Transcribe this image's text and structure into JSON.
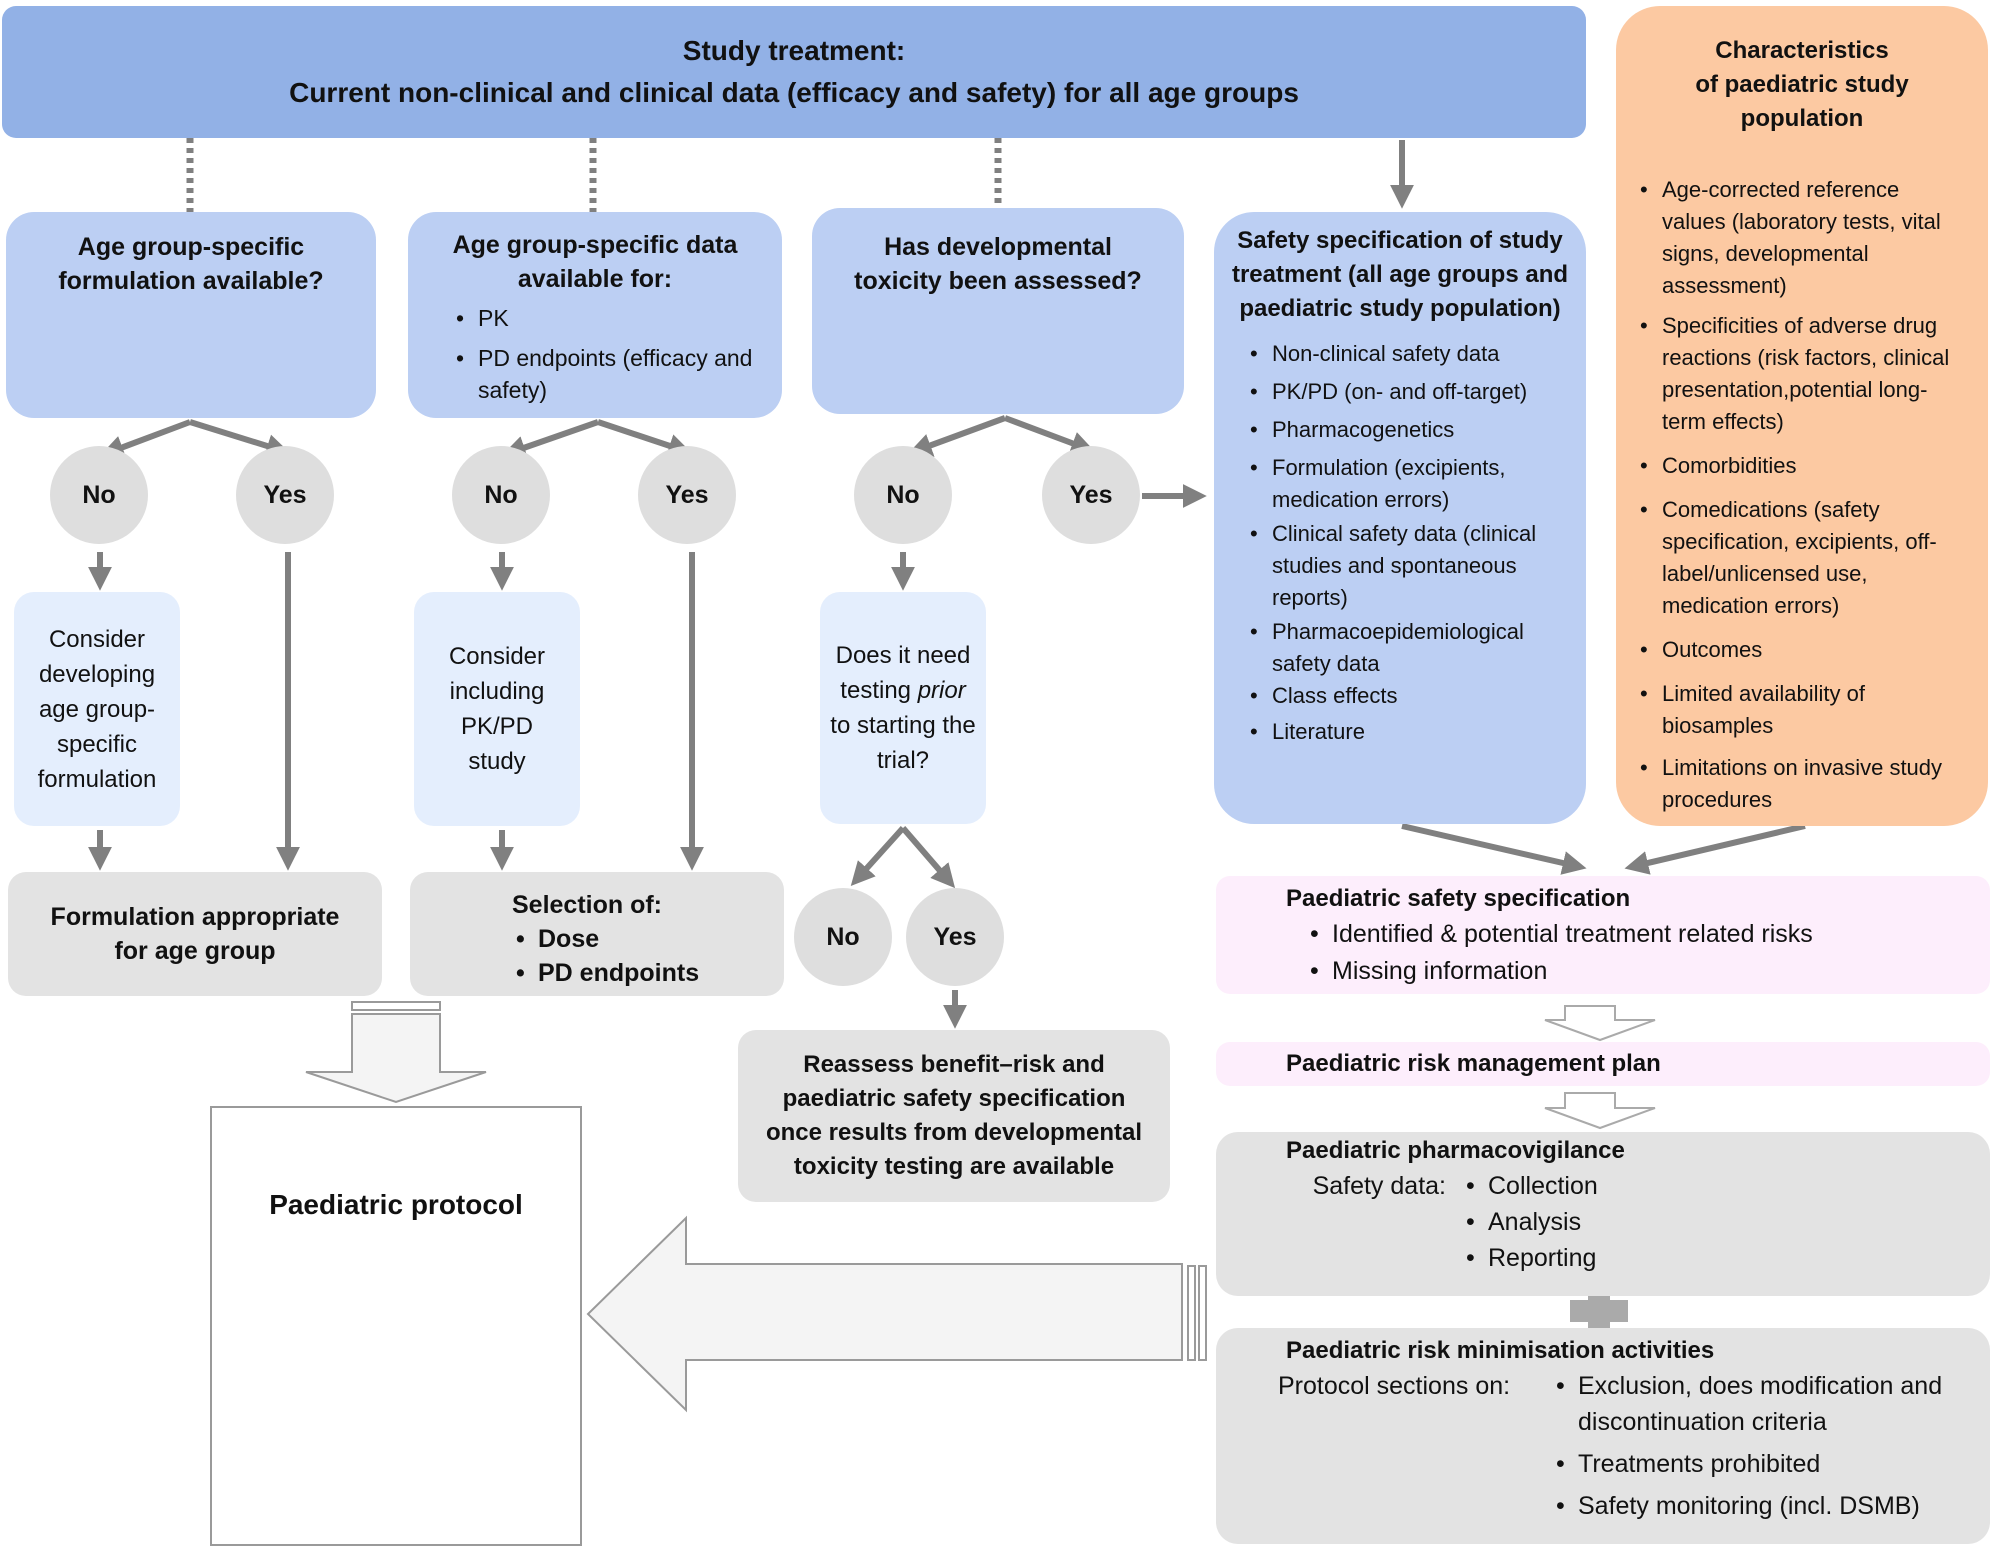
{
  "header": {
    "line1": "Study treatment:",
    "line2": "Current non-clinical and clinical data (efficacy and safety) for all age groups"
  },
  "characteristics": {
    "title_line1": "Characteristics",
    "title_line2": "of paediatric study population",
    "items": [
      "Age-corrected reference values (laboratory tests, vital signs, developmental assessment)",
      "Specificities of adverse drug reactions (risk factors, clinical presentation,potential long-term effects)",
      "Comorbidities",
      "Comedications (safety specification, excipients, off-label/unlicensed use, medication errors)",
      "Outcomes",
      "Limited availability of biosamples",
      "Limitations on invasive study procedures"
    ]
  },
  "col1": {
    "question": "Age group-specific formulation available?",
    "no": "No",
    "yes": "Yes",
    "consider": "Consider developing age group-specific formulation",
    "result": "Formulation appropriate for age group"
  },
  "col2": {
    "question": "Age group-specific data available for:",
    "items": [
      "PK",
      "PD endpoints (efficacy and safety)"
    ],
    "no": "No",
    "yes": "Yes",
    "consider": "Consider including PK/PD study",
    "result_title": "Selection of:",
    "result_items": [
      "Dose",
      "PD endpoints"
    ]
  },
  "col3": {
    "question": "Has developmental toxicity been assessed?",
    "no": "No",
    "yes": "Yes",
    "need_pre": "Does it need testing",
    "need_italic": "prior",
    "need_post": "to starting the trial?",
    "no2": "No",
    "yes2": "Yes",
    "reassess": "Reassess benefit–risk and paediatric safety specification once results from developmental toxicity testing are available"
  },
  "safety": {
    "title": "Safety specification of study treatment (all age groups and paediatric study population)",
    "items": [
      "Non-clinical safety data",
      "PK/PD (on- and off-target)",
      "Pharmacogenetics",
      "Formulation (excipients, medication errors)",
      "Clinical safety data (clinical studies and spontaneous reports)",
      "Pharmacoepidemiological safety data",
      "Class effects",
      "Literature"
    ]
  },
  "paed_spec": {
    "title": "Paediatric safety specification",
    "items": [
      "Identified & potential treatment related risks",
      "Missing information"
    ]
  },
  "rmp": {
    "title": "Paediatric risk management plan"
  },
  "pv": {
    "title": "Paediatric pharmacovigilance",
    "label": "Safety data:",
    "items": [
      "Collection",
      "Analysis",
      "Reporting"
    ]
  },
  "rma": {
    "title": "Paediatric risk minimisation activities",
    "label": "Protocol sections on:",
    "items": [
      "Exclusion, does modification and discontinuation criteria",
      "Treatments prohibited",
      "Safety monitoring (incl. DSMB)"
    ]
  },
  "protocol": {
    "title": "Paediatric protocol"
  },
  "colors": {
    "header": "#92b1e6",
    "question": "#bccff3",
    "consider": "#e4eefd",
    "characteristics": "#fcc9a2",
    "result": "#e3e3e3",
    "spec": "#fdeefc",
    "arrow": "#808080"
  }
}
